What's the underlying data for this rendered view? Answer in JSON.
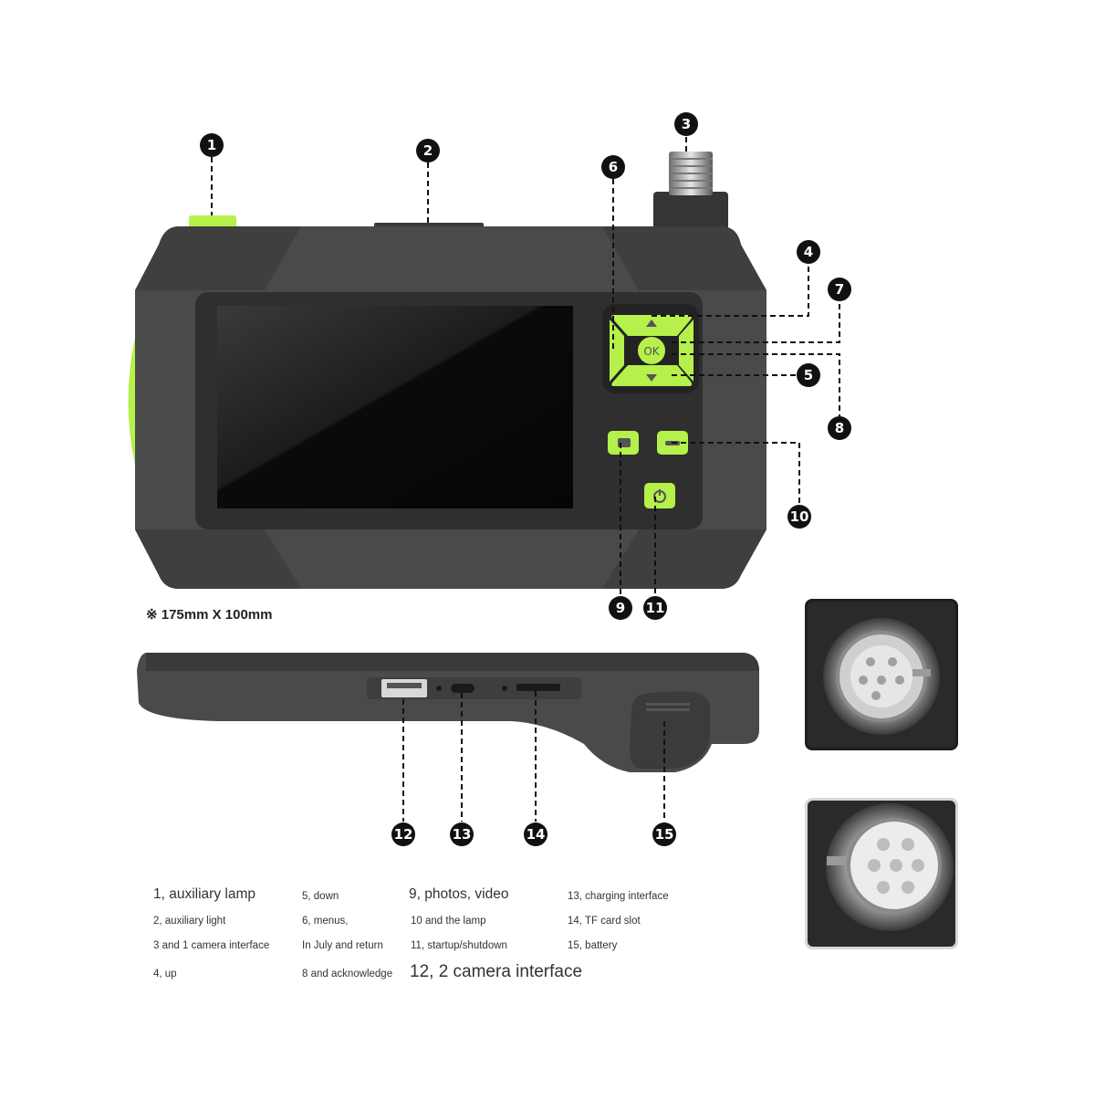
{
  "dimensions_note": "※ 175mm X 100mm",
  "callouts": [
    "1",
    "2",
    "3",
    "4",
    "5",
    "6",
    "7",
    "8",
    "9",
    "10",
    "11",
    "12",
    "13",
    "14",
    "15"
  ],
  "legend": [
    "1, auxiliary lamp",
    "2, auxiliary light",
    "3 and 1 camera interface",
    "4, up",
    "5, down",
    "6, menus,",
    "In July and return",
    "8 and acknowledge",
    "9, photos, video",
    "10 and the lamp",
    "11, startup/shutdown",
    "12, 2 camera interface",
    "13, charging interface",
    "14, TF card slot",
    "15, battery"
  ],
  "ok_label": "OK",
  "colors": {
    "body": "#4a4a4a",
    "body_dark": "#2e2e2e",
    "accent": "#b6f04a",
    "screen": "#0e0e0e"
  }
}
